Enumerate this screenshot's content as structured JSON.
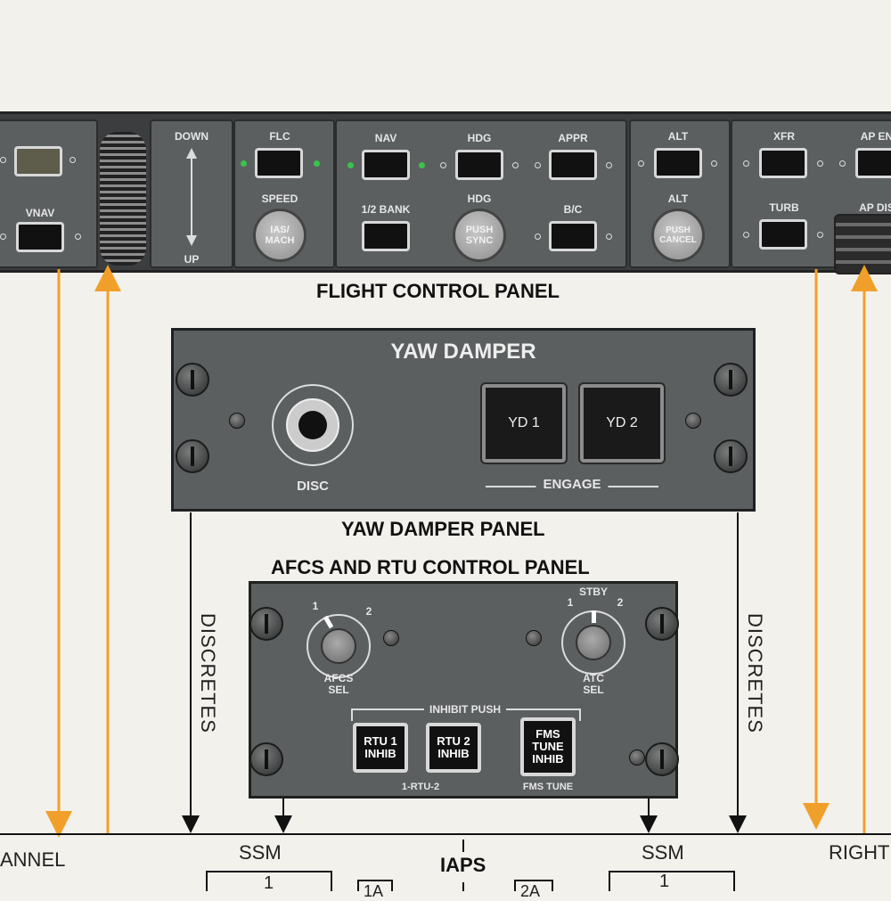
{
  "flight_control_panel": {
    "caption": "FLIGHT CONTROL PANEL",
    "vnav": "VNAV",
    "down": "DOWN",
    "up": "UP",
    "flc": "FLC",
    "speed": "SPEED",
    "ias_mach": "IAS/\nMACH",
    "nav": "NAV",
    "half_bank": "1/2 BANK",
    "hdg_top": "HDG",
    "hdg_mid": "HDG",
    "push_sync": "PUSH\nSYNC",
    "appr": "APPR",
    "bc": "B/C",
    "alt_top": "ALT",
    "alt_mid": "ALT",
    "push_cancel": "PUSH\nCANCEL",
    "xfr": "XFR",
    "turb": "TURB",
    "ap_eng": "AP EN",
    "ap_dis": "AP DIS"
  },
  "yaw_damper_panel": {
    "title": "YAW DAMPER",
    "yd1": "YD 1",
    "yd2": "YD 2",
    "disc": "DISC",
    "engage": "ENGAGE",
    "caption": "YAW DAMPER PANEL"
  },
  "afcs_panel": {
    "caption": "AFCS AND RTU CONTROL PANEL",
    "afcs_sel": "AFCS\nSEL",
    "atc_sel": "ATC\nSEL",
    "stby": "STBY",
    "pos1": "1",
    "pos2": "2",
    "inhibit_push": "INHIBIT PUSH",
    "rtu1": "RTU 1\nINHIB",
    "rtu2": "RTU 2\nINHIB",
    "fms": "FMS\nTUNE\nINHIB",
    "rtu_label": "1-RTU-2",
    "fms_label": "FMS TUNE"
  },
  "bottom": {
    "discretes_left": "DISCRETES",
    "discretes_right": "DISCRETES",
    "channel": "ANNEL",
    "right": "RIGHT",
    "ssm_left": "SSM",
    "ssm_right": "SSM",
    "iaps": "IAPS",
    "box_1a": "1A",
    "box_2a": "2A",
    "num_left": "1",
    "num_right": "1"
  },
  "colors": {
    "arrow_orange": "#f0a02a",
    "panel_gray": "#5b5f60",
    "indicator_green": "#39c44b"
  }
}
